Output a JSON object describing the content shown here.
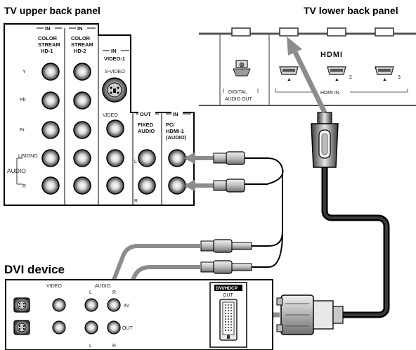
{
  "titles": {
    "upper_panel": "TV upper back panel",
    "lower_panel": "TV lower back panel",
    "dvi_device": "DVI device"
  },
  "upper_panel": {
    "in_label_1": "IN",
    "in_label_2": "IN",
    "in_label_3": "IN",
    "in_label_4": "IN",
    "out_label": "OUT",
    "colorstream_hd1": [
      "COLOR",
      "STREAM",
      "HD-1"
    ],
    "colorstream_hd2": [
      "COLOR",
      "STREAM",
      "HD-2"
    ],
    "video1": "VIDEO-1",
    "svideo": "S-VIDEO",
    "video": "VIDEO",
    "fixed_audio": [
      "FIXED",
      "AUDIO"
    ],
    "pc_hdmi_audio": [
      "PC/",
      "HDMI-1",
      "(AUDIO)"
    ],
    "y": "Y",
    "pb": "Pb",
    "pr": "Pr",
    "l_mono": "L/MONO",
    "audio": "AUDIO",
    "r": "R",
    "l_small": "L",
    "r_small": "R"
  },
  "lower_panel": {
    "digital_audio_out": [
      "DIGITAL",
      "AUDIO OUT"
    ],
    "hdmi_logo": "HDMI",
    "hdmi_in": "HDMI IN",
    "port_2": "2",
    "port_3": "3"
  },
  "dvi_device": {
    "video": "VIDEO",
    "audio": "AUDIO",
    "l_top": "L",
    "r_top": "R",
    "l_bottom": "L",
    "r_bottom": "R",
    "in": "IN",
    "out": "OUT",
    "dvi_hdcp": "DVI/HDCP",
    "dvi_out": "OUT"
  }
}
